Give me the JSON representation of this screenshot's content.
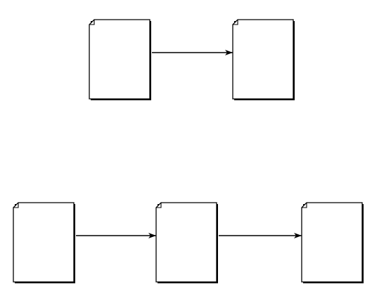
{
  "diagram": {
    "stroke_color": "#000000",
    "fill_color": "#ffffff",
    "shadow_color": "#000000",
    "shape": "document-page-with-folded-corner",
    "rows": [
      {
        "id": "row-top",
        "documents": [
          {
            "id": "top-1"
          },
          {
            "id": "top-2"
          }
        ],
        "connectors": [
          {
            "from": "top-1",
            "to": "top-2",
            "type": "arrow"
          }
        ]
      },
      {
        "id": "row-bottom",
        "documents": [
          {
            "id": "bottom-1"
          },
          {
            "id": "bottom-2"
          },
          {
            "id": "bottom-3"
          }
        ],
        "connectors": [
          {
            "from": "bottom-1",
            "to": "bottom-2",
            "type": "arrow"
          },
          {
            "from": "bottom-2",
            "to": "bottom-3",
            "type": "arrow"
          }
        ]
      }
    ]
  }
}
